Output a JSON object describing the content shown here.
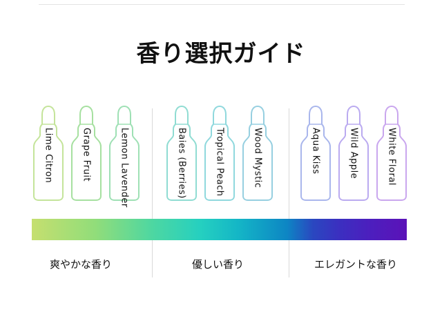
{
  "title": "香り選択ガイド",
  "groups": [
    {
      "category": "爽やかな香り",
      "bottles": [
        {
          "name": "Lime Citron",
          "color": "#c4e49a"
        },
        {
          "name": "Grape Fruit",
          "color": "#a6e0a0"
        },
        {
          "name": "Lemon Lavender",
          "color": "#9ee0b4"
        }
      ]
    },
    {
      "category": "優しい香り",
      "bottles": [
        {
          "name": "Baies (Berries)",
          "color": "#8fdcd2"
        },
        {
          "name": "Tropical Peach",
          "color": "#8fd8dd"
        },
        {
          "name": "Wood Mystic",
          "color": "#96cfe0"
        }
      ]
    },
    {
      "category": "エレガントな香り",
      "bottles": [
        {
          "name": "Aqua Kiss",
          "color": "#a9b6ec"
        },
        {
          "name": "Wild Apple",
          "color": "#baaaf0"
        },
        {
          "name": "White Floral",
          "color": "#c9a6ee"
        }
      ]
    }
  ],
  "gradient_colors": [
    "#c5df6f",
    "#25d0c0",
    "#0d86c4",
    "#3b2fc0",
    "#5b12b8"
  ]
}
